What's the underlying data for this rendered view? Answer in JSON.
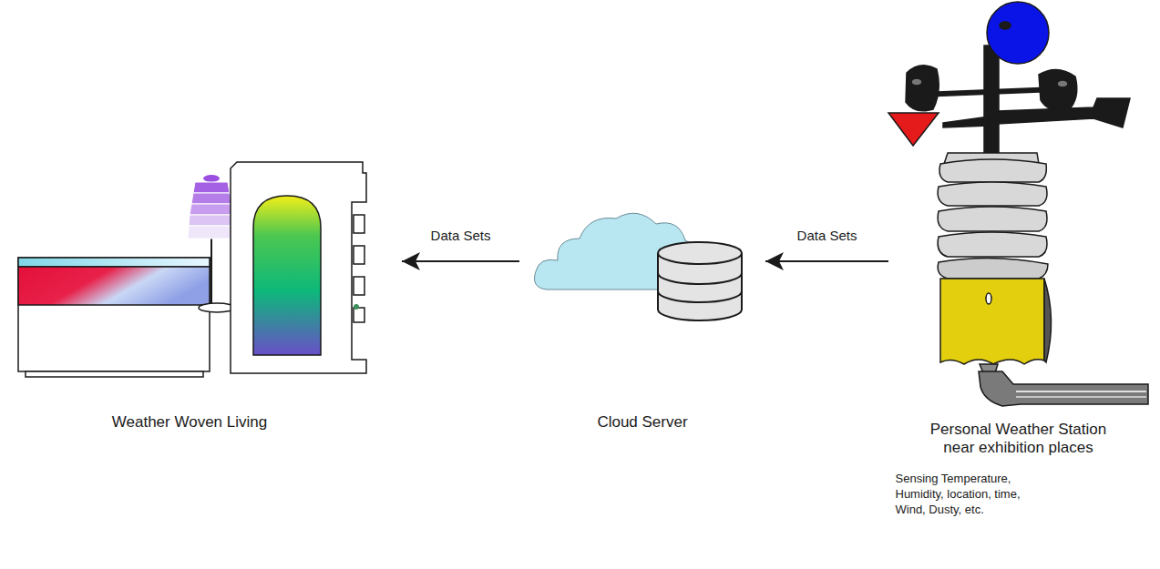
{
  "diagram": {
    "nodes": [
      {
        "text": [
          "Weather Woven Living"
        ]
      },
      {
        "text": [
          "Cloud Server"
        ]
      },
      {
        "text": [
          "Personal Weather Station near exhibition places",
          "Sensing Temperature, Humidity, location, time, Wind, Dusty, etc."
        ]
      }
    ],
    "edges": [
      {
        "from": 2,
        "to": 1,
        "arrow": "to",
        "label": "Data Sets"
      },
      {
        "from": 1,
        "to": 0,
        "arrow": "to",
        "label": "Data Sets"
      }
    ]
  }
}
